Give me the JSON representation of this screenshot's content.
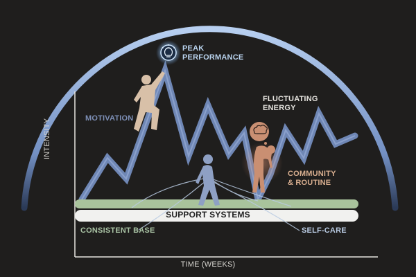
{
  "labels": {
    "peak": "PEAK\nPERFORMANCE",
    "motivation": "MOTIVATION",
    "fluctuating": "FLUCTUATING\nENERGY",
    "community": "COMMUNITY\n& ROUTINE",
    "support": "SUPPORT SYSTEMS",
    "consistent": "CONSISTENT BASE",
    "selfcare": "SELF-CARE"
  },
  "axes": {
    "x": "TIME (WEEKS)",
    "y": "INTENSITY"
  },
  "colors": {
    "background": "#1f1e1d",
    "arc": "#a9c6ec",
    "zigzag": "#6f87b5",
    "base_bar": "#a9c39c",
    "support_bar": "#f1f1ef",
    "climber": "#d8c0a8",
    "walker": "#8ea0c4",
    "tired": "#c98f72",
    "bulb_glow": "#cfe6ff"
  },
  "icons": [
    "lightbulb-icon",
    "thought-bubble-icon",
    "climbing-person-icon",
    "walking-person-icon",
    "tired-person-icon"
  ]
}
